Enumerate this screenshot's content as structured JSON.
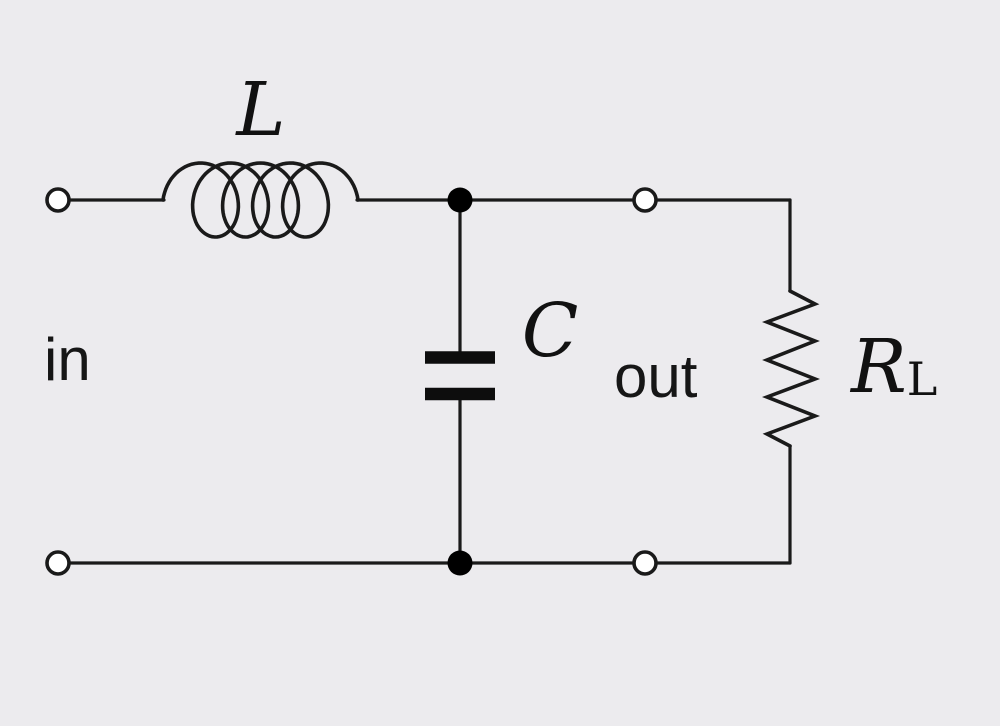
{
  "diagram": {
    "kind": "circuit-schematic",
    "description": "LC low-pass filter: series inductor, shunt capacitor, load resistor across output",
    "background_color": "#ecebee",
    "line_color": "#1a1a1a",
    "labels": {
      "inductor": "L",
      "capacitor": "C",
      "resistor_main": "R",
      "resistor_subscript": "L",
      "input_port": "in",
      "output_port": "out"
    },
    "components": [
      {
        "name": "inductor",
        "symbol": "coil-4-loops",
        "label": "L",
        "placement": "series in top rail"
      },
      {
        "name": "capacitor",
        "symbol": "two-parallel-plates",
        "label": "C",
        "placement": "shunt between rails"
      },
      {
        "name": "load-resistor",
        "symbol": "zigzag",
        "label": "R_L",
        "placement": "across output on right side"
      },
      {
        "name": "input-terminals",
        "symbol": "open-circles",
        "label": "in",
        "count": 2
      },
      {
        "name": "output-terminals",
        "symbol": "open-circles",
        "label": "out",
        "count": 2
      },
      {
        "name": "junction-dots",
        "symbol": "filled-circles",
        "count": 2
      }
    ]
  }
}
